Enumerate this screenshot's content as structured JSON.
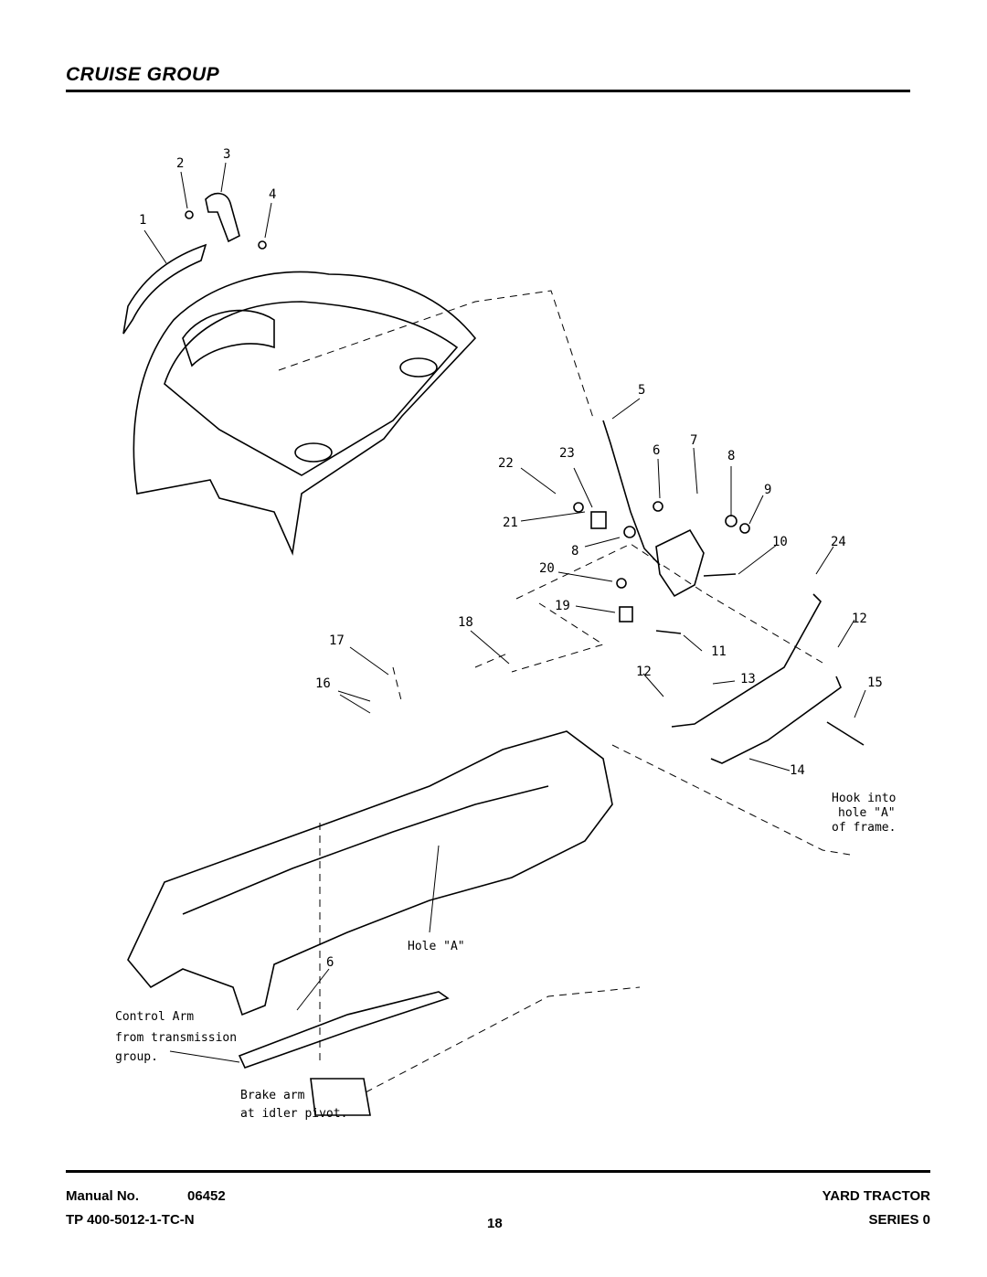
{
  "header": {
    "title": "CRUISE GROUP"
  },
  "diagram": {
    "callouts": [
      "1",
      "2",
      "3",
      "4",
      "5",
      "6",
      "7",
      "8",
      "9",
      "10",
      "11",
      "12",
      "12",
      "13",
      "14",
      "15",
      "16",
      "17",
      "18",
      "19",
      "20",
      "21",
      "22",
      "23",
      "24",
      "8",
      "6"
    ],
    "notes": {
      "hook_into": "Hook into",
      "hole_a_q": "hole \"A\"",
      "of_frame": "of frame.",
      "hole_a": "Hole \"A\"",
      "control_arm": "Control Arm",
      "from_transmission": "from transmission",
      "group": "group.",
      "brake_arm": "Brake arm",
      "idler_pivot": "at idler pivot."
    }
  },
  "footer": {
    "manual_label": "Manual No.",
    "manual_no": "06452",
    "tp": "TP 400-5012-1-TC-N",
    "page": "18",
    "product": "YARD TRACTOR",
    "series": "SERIES 0"
  }
}
